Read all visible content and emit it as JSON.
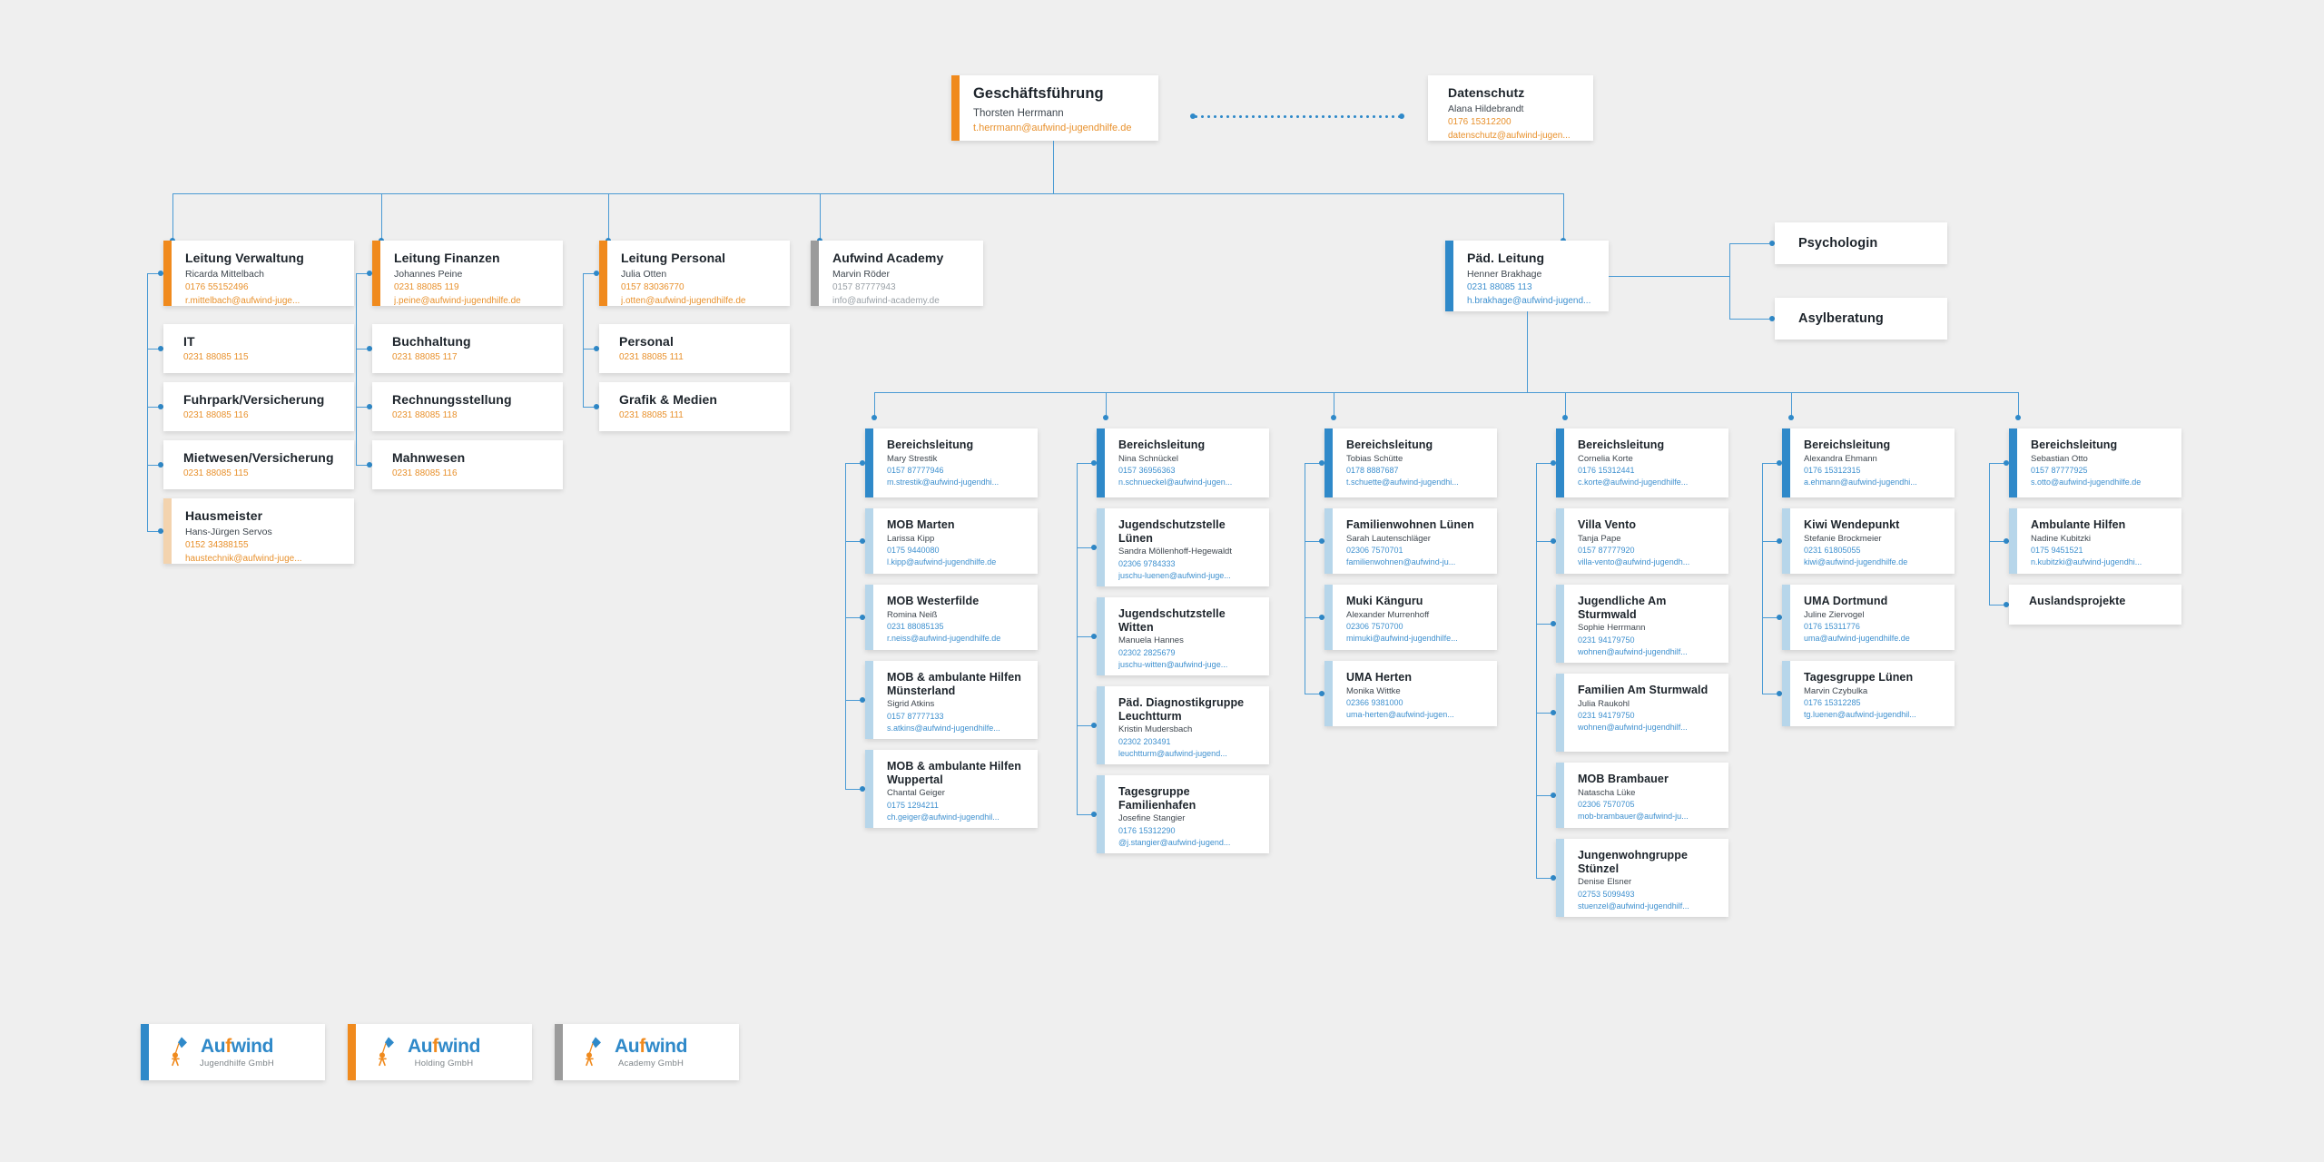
{
  "meta": {
    "colors": {
      "background": "#efefef",
      "card": "#ffffff",
      "orange": "#f08a1d",
      "orange_text": "#e8912d",
      "blue": "#2f89c9",
      "blue_text": "#3e90cf",
      "light_blue": "#b7d6ea",
      "grey": "#9b9b9b",
      "peach": "#f3d3ae",
      "connector": "#4a9ad4",
      "title_text": "#1d242b",
      "person_text": "#3e464e"
    }
  },
  "executive": {
    "title": "Geschäftsführung",
    "person": "Thorsten Herrmann",
    "email": "t.herrmann@aufwind-jugendhilfe.de"
  },
  "data_protection": {
    "title": "Datenschutz",
    "person": "Alana Hildebrandt",
    "phone": "0176 15312200",
    "email": "datenschutz@aufwind-jugen..."
  },
  "departments": [
    {
      "title": "Leitung Verwaltung",
      "person": "Ricarda Mittelbach",
      "phone": "0176 55152496",
      "email": "r.mittelbach@aufwind-juge...",
      "children": [
        {
          "title": "IT",
          "phone": "0231 88085 115"
        },
        {
          "title": "Fuhrpark/Versicherung",
          "phone": "0231 88085 116"
        },
        {
          "title": "Mietwesen/Versicherung",
          "phone": "0231 88085 115"
        },
        {
          "title": "Hausmeister",
          "person": "Hans-Jürgen Servos",
          "phone": "0152 34388155",
          "email": "haustechnik@aufwind-juge..."
        }
      ]
    },
    {
      "title": "Leitung Finanzen",
      "person": "Johannes Peine",
      "phone": "0231 88085 119",
      "email": "j.peine@aufwind-jugendhilfe.de",
      "children": [
        {
          "title": "Buchhaltung",
          "phone": "0231 88085 117"
        },
        {
          "title": "Rechnungsstellung",
          "phone": "0231 88085 118"
        },
        {
          "title": "Mahnwesen",
          "phone": "0231 88085 116"
        }
      ]
    },
    {
      "title": "Leitung Personal",
      "person": "Julia Otten",
      "phone": "0157 83036770",
      "email": "j.otten@aufwind-jugendhilfe.de",
      "children": [
        {
          "title": "Personal",
          "phone": "0231 88085 111"
        },
        {
          "title": "Grafik & Medien",
          "phone": "0231 88085 111"
        }
      ]
    }
  ],
  "academy": {
    "title": "Aufwind Academy",
    "person": "Marvin Röder",
    "phone": "0157 87777943",
    "email": "info@aufwind-academy.de"
  },
  "pedagogic_lead": {
    "title": "Päd. Leitung",
    "person": "Henner Brakhage",
    "phone": "0231 88085 113",
    "email": "h.brakhage@aufwind-jugend...",
    "side_nodes": [
      {
        "title": "Psychologin"
      },
      {
        "title": "Asylberatung"
      }
    ]
  },
  "divisions": [
    {
      "title": "Bereichsleitung",
      "person": "Mary Strestik",
      "phone": "0157 87777946",
      "email": "m.strestik@aufwind-jugendhi...",
      "children": [
        {
          "title": "MOB Marten",
          "person": "Larissa Kipp",
          "phone": "0175 9440080",
          "email": "l.kipp@aufwind-jugendhilfe.de"
        },
        {
          "title": "MOB Westerfilde",
          "person": "Romina Neiß",
          "phone": "0231 88085135",
          "email": "r.neiss@aufwind-jugendhilfe.de"
        },
        {
          "title": "MOB & ambulante Hilfen Münsterland",
          "person": "Sigrid Atkins",
          "phone": "0157 87777133",
          "email": "s.atkins@aufwind-jugendhilfe..."
        },
        {
          "title": "MOB & ambulante Hilfen Wuppertal",
          "person": "Chantal Geiger",
          "phone": "0175 1294211",
          "email": "ch.geiger@aufwind-jugendhil..."
        }
      ]
    },
    {
      "title": "Bereichsleitung",
      "person": "Nina Schnückel",
      "phone": "0157 36956363",
      "email": "n.schnueckel@aufwind-jugen...",
      "children": [
        {
          "title": "Jugendschutzstelle Lünen",
          "person": "Sandra Möllenhoff-Hegewaldt",
          "phone": "02306 9784333",
          "email": "juschu-luenen@aufwind-juge..."
        },
        {
          "title": "Jugendschutzstelle Witten",
          "person": "Manuela Hannes",
          "phone": "02302 2825679",
          "email": "juschu-witten@aufwind-juge..."
        },
        {
          "title": "Päd. Diagnostikgruppe Leuchtturm",
          "person": "Kristin Mudersbach",
          "phone": "02302 203491",
          "email": "leuchtturm@aufwind-jugend..."
        },
        {
          "title": "Tagesgruppe Familienhafen",
          "person": "Josefine Stangier",
          "phone": "0176 15312290",
          "email": "@j.stangier@aufwind-jugend..."
        }
      ]
    },
    {
      "title": "Bereichsleitung",
      "person": "Tobias Schütte",
      "phone": "0178 8887687",
      "email": "t.schuette@aufwind-jugendhi...",
      "children": [
        {
          "title": "Familienwohnen Lünen",
          "person": "Sarah Lautenschläger",
          "phone": "02306 7570701",
          "email": "familienwohnen@aufwind-ju..."
        },
        {
          "title": "Muki Känguru",
          "person": "Alexander Murrenhoff",
          "phone": "02306 7570700",
          "email": "mimuki@aufwind-jugendhilfe..."
        },
        {
          "title": "UMA Herten",
          "person": "Monika Wittke",
          "phone": "02366 9381000",
          "email": "uma-herten@aufwind-jugen..."
        }
      ]
    },
    {
      "title": "Bereichsleitung",
      "person": "Cornelia Korte",
      "phone": "0176 15312441",
      "email": "c.korte@aufwind-jugendhilfe...",
      "children": [
        {
          "title": "Villa Vento",
          "person": "Tanja Pape",
          "phone": "0157 87777920",
          "email": "villa-vento@aufwind-jugendh..."
        },
        {
          "title": "Jugendliche Am Sturmwald",
          "person": "Sophie Herrmann",
          "phone": "0231 94179750",
          "email": "wohnen@aufwind-jugendhilf..."
        },
        {
          "title": "Familien Am Sturmwald",
          "person": "Julia Raukohl",
          "phone": "0231 94179750",
          "email": "wohnen@aufwind-jugendhilf..."
        },
        {
          "title": "MOB Brambauer",
          "person": "Natascha Lüke",
          "phone": "02306 7570705",
          "email": "mob-brambauer@aufwind-ju..."
        },
        {
          "title": "Jungenwohngruppe Stünzel",
          "person": "Denise Elsner",
          "phone": "02753 5099493",
          "email": "stuenzel@aufwind-jugendhilf..."
        }
      ]
    },
    {
      "title": "Bereichsleitung",
      "person": "Alexandra Ehmann",
      "phone": "0176 15312315",
      "email": "a.ehmann@aufwind-jugendhi...",
      "children": [
        {
          "title": "Kiwi Wendepunkt",
          "person": "Stefanie Brockmeier",
          "phone": "0231 61805055",
          "email": "kiwi@aufwind-jugendhilfe.de"
        },
        {
          "title": "UMA Dortmund",
          "person": "Juline Ziervogel",
          "phone": "0176 15311776",
          "email": "uma@aufwind-jugendhilfe.de"
        },
        {
          "title": "Tagesgruppe Lünen",
          "person": "Marvin Czybulka",
          "phone": "0176 15312285",
          "email": "tg.luenen@aufwind-jugendhil..."
        }
      ]
    },
    {
      "title": "Bereichsleitung",
      "person": "Sebastian Otto",
      "phone": "0157 87777925",
      "email": "s.otto@aufwind-jugendhilfe.de",
      "children": [
        {
          "title": "Ambulante Hilfen",
          "person": "Nadine Kubitzki",
          "phone": "0175 9451521",
          "email": "n.kubitzki@aufwind-jugendhi..."
        },
        {
          "title": "Auslandsprojekte"
        }
      ]
    }
  ],
  "logos": [
    {
      "brand": "Aufwind",
      "sub": "Jugendhilfe GmbH",
      "accent": "#2f89c9"
    },
    {
      "brand": "Aufwind",
      "sub": "Holding GmbH",
      "accent": "#f08a1d"
    },
    {
      "brand": "Aufwind",
      "sub": "Academy GmbH",
      "accent": "#9b9b9b"
    }
  ]
}
